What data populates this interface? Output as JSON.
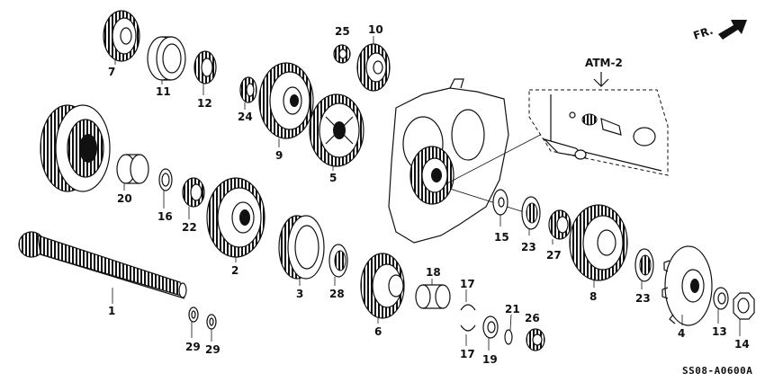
{
  "diagram": {
    "part_labels": [
      {
        "id": "1",
        "text": "1"
      },
      {
        "id": "2",
        "text": "2"
      },
      {
        "id": "3",
        "text": "3"
      },
      {
        "id": "4",
        "text": "4"
      },
      {
        "id": "5",
        "text": "5"
      },
      {
        "id": "6",
        "text": "6"
      },
      {
        "id": "7",
        "text": "7"
      },
      {
        "id": "8",
        "text": "8"
      },
      {
        "id": "9",
        "text": "9"
      },
      {
        "id": "10",
        "text": "10"
      },
      {
        "id": "11",
        "text": "11"
      },
      {
        "id": "12",
        "text": "12"
      },
      {
        "id": "13",
        "text": "13"
      },
      {
        "id": "14",
        "text": "14"
      },
      {
        "id": "15",
        "text": "15"
      },
      {
        "id": "16",
        "text": "16"
      },
      {
        "id": "17a",
        "text": "17"
      },
      {
        "id": "17b",
        "text": "17"
      },
      {
        "id": "18",
        "text": "18"
      },
      {
        "id": "19",
        "text": "19"
      },
      {
        "id": "20",
        "text": "20"
      },
      {
        "id": "21",
        "text": "21"
      },
      {
        "id": "22",
        "text": "22"
      },
      {
        "id": "23a",
        "text": "23"
      },
      {
        "id": "23b",
        "text": "23"
      },
      {
        "id": "24",
        "text": "24"
      },
      {
        "id": "25",
        "text": "25"
      },
      {
        "id": "26",
        "text": "26"
      },
      {
        "id": "27",
        "text": "27"
      },
      {
        "id": "28",
        "text": "28"
      },
      {
        "id": "29a",
        "text": "29"
      },
      {
        "id": "29b",
        "text": "29"
      }
    ],
    "reference_label": "ATM-2",
    "direction_label": "FR.",
    "drawing_code": "SS08-A0600A"
  }
}
